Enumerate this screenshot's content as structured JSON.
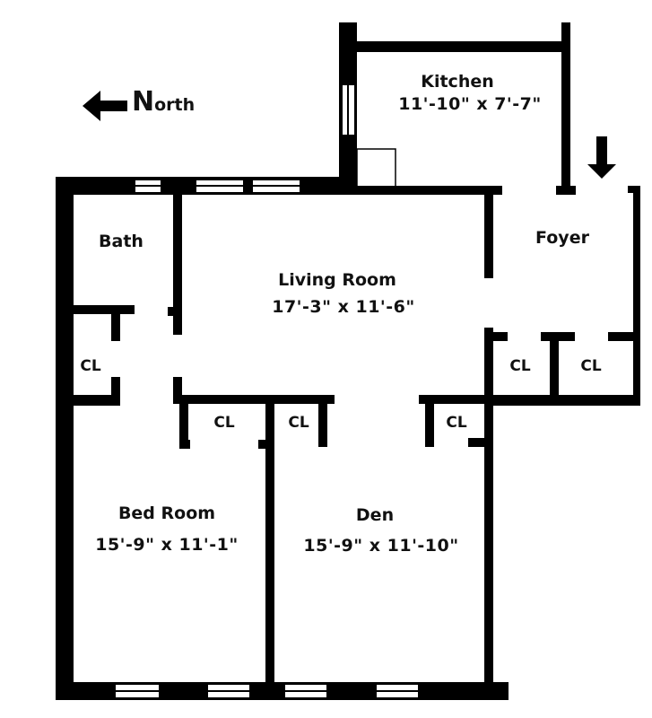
{
  "diagram": {
    "type": "floor-plan",
    "compass": {
      "label_initial": "N",
      "label_rest": "orth",
      "direction": "left"
    },
    "entry_arrow": {
      "direction": "down"
    },
    "rooms": {
      "kitchen": {
        "name": "Kitchen",
        "dimensions": "11'-10\" x 7'-7\""
      },
      "foyer": {
        "name": "Foyer"
      },
      "bath": {
        "name": "Bath"
      },
      "living_room": {
        "name": "Living Room",
        "dimensions": "17'-3\" x 11'-6\""
      },
      "bedroom": {
        "name": "Bed Room",
        "dimensions": "15'-9\" x 11'-1\""
      },
      "den": {
        "name": "Den",
        "dimensions": "15'-9\" x 11'-10\""
      }
    },
    "closets": [
      {
        "label": "CL"
      },
      {
        "label": "CL"
      },
      {
        "label": "CL"
      },
      {
        "label": "CL"
      },
      {
        "label": "CL"
      },
      {
        "label": "CL"
      }
    ],
    "colors": {
      "wall": "#000000",
      "background": "#ffffff",
      "text": "#111111"
    }
  }
}
